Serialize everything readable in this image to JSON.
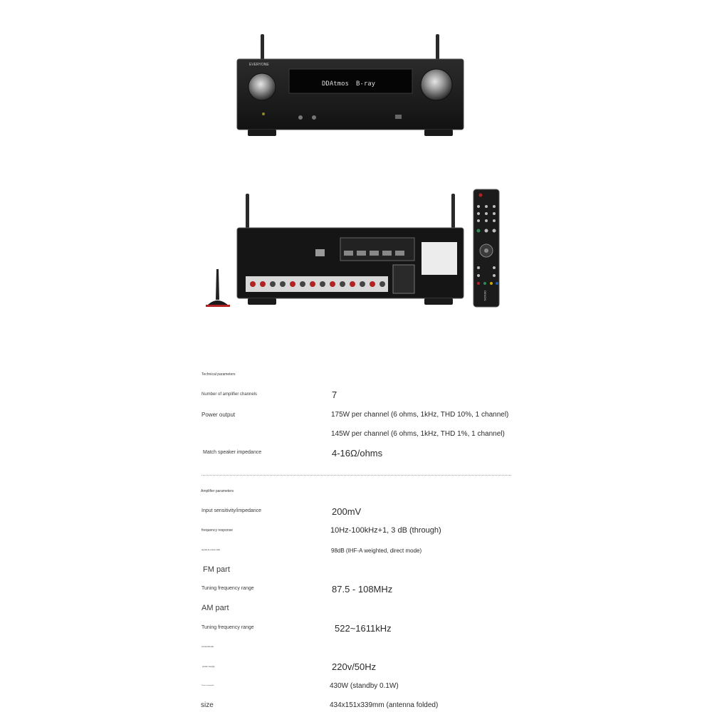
{
  "front_panel": {
    "brand_text": "EVERYONE",
    "display_text_left": "DDAtmos",
    "display_text_right": "B-ray"
  },
  "rear_panel": {
    "remote_brand": "DENON"
  },
  "specs": {
    "technical": {
      "heading": "Technical parameters",
      "rows": [
        {
          "label": "Number of amplifier channels",
          "values": [
            "7"
          ]
        },
        {
          "label": "Power output",
          "values": [
            "175W per channel (6 ohms, 1kHz, THD 10%, 1 channel)",
            "145W per channel (6 ohms, 1kHz, THD 1%, 1 channel)"
          ]
        },
        {
          "label": "Match speaker impedance",
          "values": [
            "4-16Ω/ohms"
          ]
        }
      ]
    },
    "amplifier": {
      "heading": "Amplifier parameters",
      "rows": [
        {
          "label": "Input sensitivity/impedance",
          "value": "200mV"
        },
        {
          "label": "frequency response",
          "value": "10Hz-100kHz+1, 3 dB (through)"
        },
        {
          "label": "signal-to-noise ratio",
          "value": "98dB (IHF-A weighted, direct mode)"
        }
      ]
    },
    "fm": {
      "heading": "FM part",
      "label": "Tuning frequency range",
      "value": "87.5 - 108MHz"
    },
    "am": {
      "heading": "AM part",
      "label": "Tuning frequency range",
      "value": "522~1611kHz"
    },
    "general": {
      "heading": "conventional",
      "rows": [
        {
          "label": "power supply",
          "value": "220v/50Hz"
        },
        {
          "label": "Power consumption",
          "value": "430W (standby 0.1W)"
        },
        {
          "label": "size",
          "value": "434x151x339mm (antenna folded)"
        }
      ]
    }
  }
}
